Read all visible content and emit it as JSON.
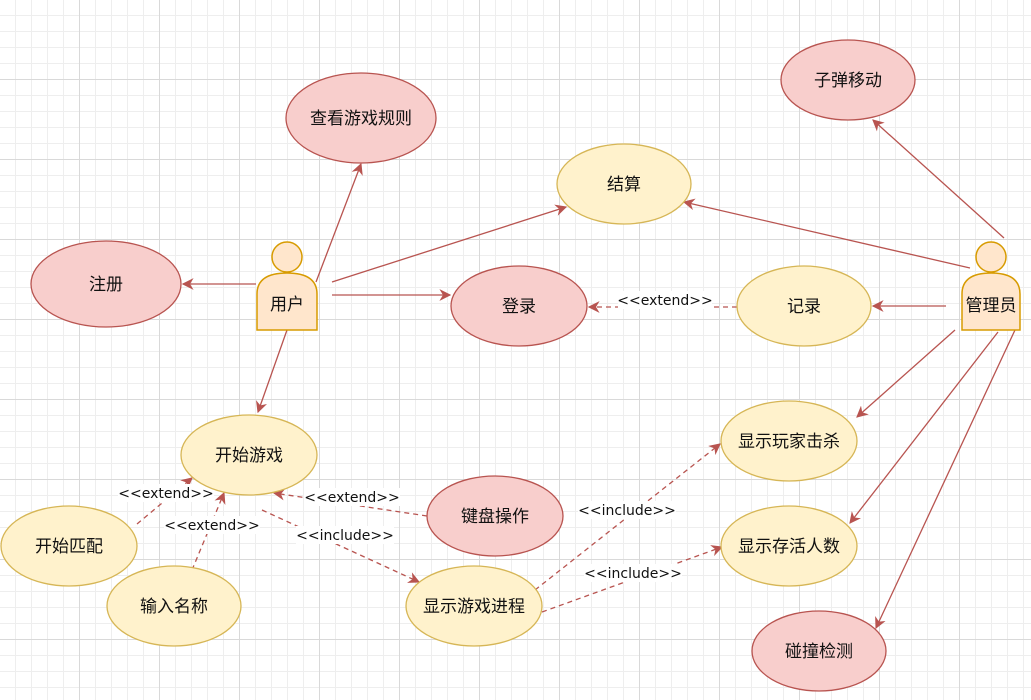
{
  "colors": {
    "pink_fill": "#f8cecc",
    "pink_stroke": "#b85450",
    "yellow_fill": "#fff2cc",
    "yellow_stroke": "#d6b656",
    "edge": "#b85450"
  },
  "actors": {
    "user": {
      "label": "用户"
    },
    "admin": {
      "label": "管理员"
    }
  },
  "use_cases": {
    "view_rules": "查看游戏规则",
    "bullet_move": "子弹移动",
    "settle": "结算",
    "register": "注册",
    "login": "登录",
    "record": "记录",
    "start_game": "开始游戏",
    "show_kills": "显示玩家击杀",
    "keyboard": "键盘操作",
    "show_alive": "显示存活人数",
    "start_match": "开始匹配",
    "input_name": "输入名称",
    "show_progress": "显示游戏进程",
    "collision": "碰撞检测"
  },
  "stereotypes": {
    "extend_login": "<<extend>>",
    "extend_match": "<<extend>>",
    "extend_name": "<<extend>>",
    "extend_keyboard": "<<extend>>",
    "include_progress": "<<include>>",
    "include_kills": "<<include>>",
    "include_alive": "<<include>>"
  }
}
